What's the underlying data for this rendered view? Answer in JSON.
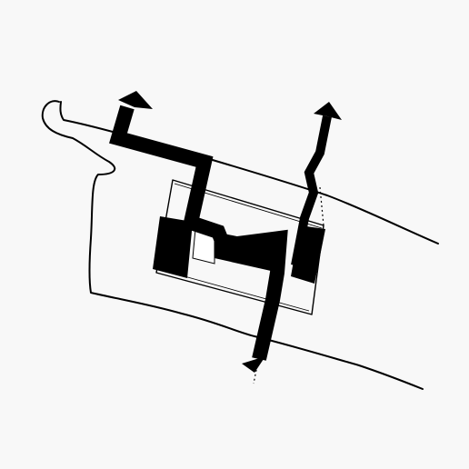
{
  "diagram": {
    "type": "architectural-concept-sketch",
    "colors": {
      "background": "#f8f8f8",
      "ink": "#000000",
      "paper": "#ffffff"
    },
    "elements": [
      "site-boundary",
      "building-outline",
      "solid-mass-left",
      "solid-mass-center",
      "solid-mass-right",
      "circulation-path-left",
      "circulation-path-right",
      "arrow-up-left",
      "arrow-up-right",
      "arrow-down"
    ]
  }
}
